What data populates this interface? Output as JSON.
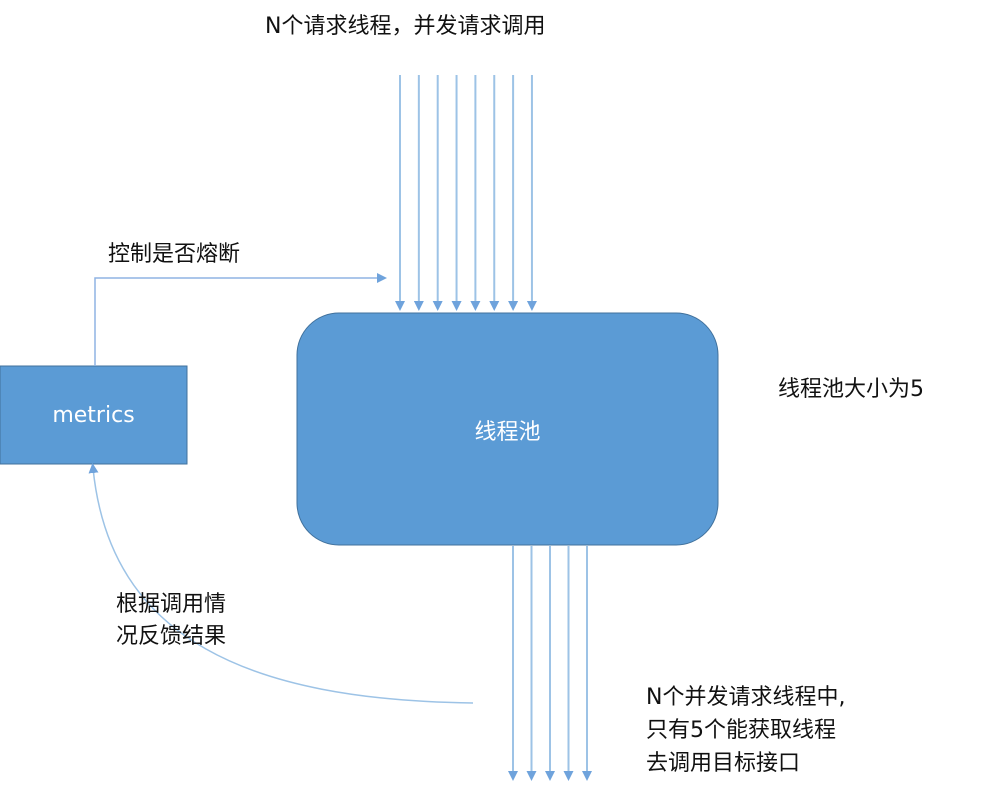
{
  "labels": {
    "top": "N个请求线程，并发请求调用",
    "control": "控制是否熔断",
    "pool_size": "线程池大小为5",
    "feedback_line1": "根据调用情",
    "feedback_line2": "况反馈结果",
    "bottom_line1": "N个并发请求线程中,",
    "bottom_line2": "只有5个能获取线程",
    "bottom_line3": "去调用目标接口"
  },
  "nodes": {
    "metrics": "metrics",
    "thread_pool": "线程池"
  },
  "diagram": {
    "incoming_arrows": 8,
    "outgoing_arrows": 5
  },
  "colors": {
    "box_fill": "#5b9bd5",
    "box_stroke": "#41719c",
    "arrow": "#9dc3e6",
    "line": "#8fb4e3"
  }
}
